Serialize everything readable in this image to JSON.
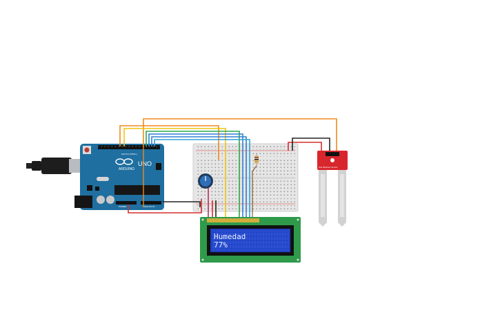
{
  "board": {
    "logo_text": "ARDUINO",
    "model": "UNO",
    "header_label": "DIGITAL (PWM~)",
    "power_label": "POWER",
    "analog_label": "ANALOG IN"
  },
  "lcd": {
    "line1": "Humedad",
    "line2": "77%"
  },
  "sensor": {
    "label": "Soil Moisture Sensor"
  },
  "colors": {
    "arduino": "#1f6fa0",
    "breadboard": "#e6e6e6",
    "lcd_pcb": "#2e9a4a",
    "lcd_screen": "#1f3fc0",
    "sensor_pcb": "#d8262d",
    "wire_orange": "#f08a1c",
    "wire_yellow": "#f1c40f",
    "wire_green": "#2aa84a",
    "wire_blue": "#2f7fd6",
    "wire_red": "#d62d2d",
    "wire_black": "#222222"
  }
}
